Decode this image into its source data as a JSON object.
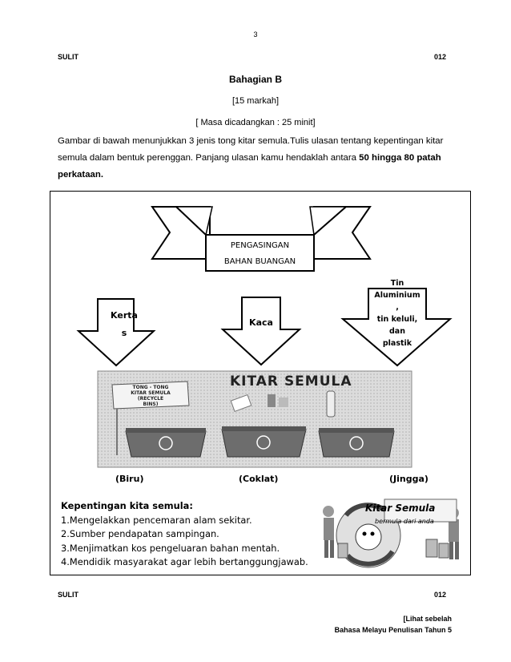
{
  "page": {
    "number": "3",
    "header_left": "SULIT",
    "header_right": "012",
    "footer_left": "SULIT",
    "footer_right": "012"
  },
  "section": {
    "title": "Bahagian B",
    "marks": "[15 markah]",
    "time": "[ Masa dicadangkan : 25 minit]",
    "instruction_part1": "Gambar di bawah menunjukkan 3 jenis tong kitar semula.Tulis ulasan tentang kepentingan kitar semula dalam bentuk perenggan. Panjang ulasan kamu hendaklah antara ",
    "instruction_bold": "50 hingga 80 patah perkataan."
  },
  "diagram": {
    "banner_line1": "PENGASINGAN",
    "banner_line2": "BAHAN BUANGAN",
    "arrow_left_line1": "Kerta",
    "arrow_left_line2": "s",
    "arrow_middle": "Kaca",
    "arrow_right_lines": [
      "Tin",
      "Aluminium",
      ",",
      "tin keluli,",
      "dan",
      "plastik"
    ],
    "poster_title": "KITAR SEMULA",
    "sign_line1": "TONG - TONG",
    "sign_line2": "KITAR SEMULA",
    "sign_line3": "(RECYCLE",
    "sign_line4": "BINS)",
    "bin_left_color": "(Biru)",
    "bin_middle_color": "(Coklat)",
    "bin_right_color": "(Jingga)"
  },
  "importance": {
    "title": "Kepentingan kita semula:",
    "items": [
      "1.Mengelakkan pencemaran alam sekitar.",
      "2.Sumber pendapatan sampingan.",
      "3.Menjimatkan kos pengeluaran bahan mentah.",
      "4.Mendidik masyarakat agar lebih bertanggungjawab."
    ]
  },
  "logo": {
    "line1": "Kitar Semula",
    "line2": "bermula dari anda"
  },
  "footer_note": {
    "line1": "[Lihat sebelah",
    "line2": "Bahasa Melayu Penulisan Tahun 5"
  },
  "colors": {
    "bin_fill": "#6d6d6d",
    "poster_bg": "#d9d9d9"
  }
}
